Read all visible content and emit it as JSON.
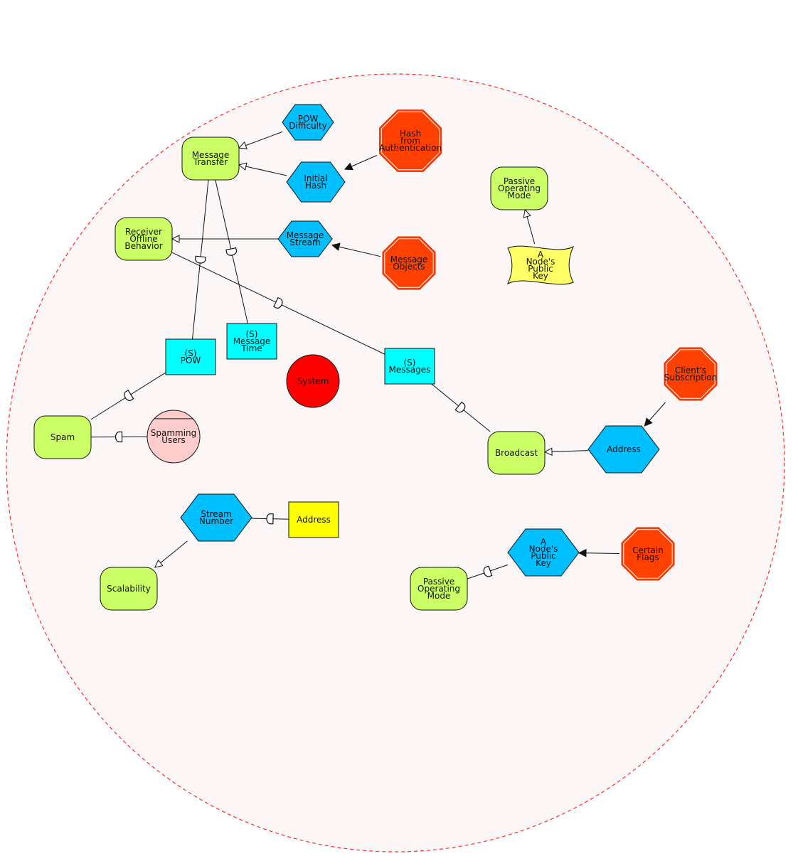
{
  "colors": {
    "boundary_fill": "#fdf6f6",
    "boundary_stroke": "#ff2a2a",
    "goal": "#ccff66",
    "task": "#00bfff",
    "softgoal": "#ff4000",
    "resource": "#00ffff",
    "actor": "#ff0000",
    "user": "#ffcccc",
    "belief": "#ffff66",
    "address_res": "#ffff00"
  },
  "nodes": {
    "message_transfer": {
      "lines": [
        "Message",
        "Transfer"
      ],
      "shape": "goal"
    },
    "pow_difficulty": {
      "lines": [
        "POW",
        "Difficulty"
      ],
      "shape": "task"
    },
    "initial_hash": {
      "lines": [
        "Initial",
        "Hash"
      ],
      "shape": "task"
    },
    "hash_auth": {
      "lines": [
        "Hash",
        "from",
        "Authentication"
      ],
      "shape": "softgoal"
    },
    "receiver_offline": {
      "lines": [
        "Receiver",
        "Offline",
        "Behavior"
      ],
      "shape": "goal"
    },
    "message_stream": {
      "lines": [
        "Message",
        "Stream"
      ],
      "shape": "task"
    },
    "message_objects": {
      "lines": [
        "Message",
        "Objects"
      ],
      "shape": "softgoal"
    },
    "passive_mode_top": {
      "lines": [
        "Passive",
        "Operating",
        "Mode"
      ],
      "shape": "goal"
    },
    "node_key_belief": {
      "lines": [
        "A",
        "Node's",
        "Public",
        "Key"
      ],
      "shape": "belief"
    },
    "pow": {
      "lines": [
        "(S)",
        "POW"
      ],
      "shape": "resource"
    },
    "message_time": {
      "lines": [
        "(S)",
        "Message",
        "Time"
      ],
      "shape": "resource"
    },
    "system": {
      "lines": [
        "System"
      ],
      "shape": "actor"
    },
    "messages": {
      "lines": [
        "(S)",
        "Messages"
      ],
      "shape": "resource"
    },
    "clients_subscription": {
      "lines": [
        "Client's",
        "Subscription"
      ],
      "shape": "softgoal"
    },
    "spam": {
      "lines": [
        "Spam"
      ],
      "shape": "goal"
    },
    "spamming_users": {
      "lines": [
        "Spamming",
        "Users"
      ],
      "shape": "user"
    },
    "broadcast": {
      "lines": [
        "Broadcast"
      ],
      "shape": "goal"
    },
    "address_task": {
      "lines": [
        "Address"
      ],
      "shape": "task"
    },
    "stream_number": {
      "lines": [
        "Stream",
        "Number"
      ],
      "shape": "task"
    },
    "address_resource": {
      "lines": [
        "Address"
      ],
      "shape": "address_res"
    },
    "scalability": {
      "lines": [
        "Scalability"
      ],
      "shape": "goal"
    },
    "node_key_task": {
      "lines": [
        "A",
        "Node's",
        "Public",
        "Key"
      ],
      "shape": "task"
    },
    "certain_flags": {
      "lines": [
        "Certain",
        "Flags"
      ],
      "shape": "softgoal"
    },
    "passive_mode_bottom": {
      "lines": [
        "Passive",
        "Operating",
        "Mode"
      ],
      "shape": "goal"
    }
  },
  "links": [
    {
      "from": "pow_difficulty",
      "to": "message_transfer",
      "type": "means-end"
    },
    {
      "from": "initial_hash",
      "to": "message_transfer",
      "type": "means-end"
    },
    {
      "from": "hash_auth",
      "to": "initial_hash",
      "type": "contribution"
    },
    {
      "from": "message_stream",
      "to": "receiver_offline",
      "type": "means-end"
    },
    {
      "from": "message_objects",
      "to": "message_stream",
      "type": "contribution"
    },
    {
      "from": "node_key_belief",
      "to": "passive_mode_top",
      "type": "means-end"
    },
    {
      "from": "message_transfer",
      "to": "pow",
      "type": "dependency"
    },
    {
      "from": "message_transfer",
      "to": "message_time",
      "type": "dependency"
    },
    {
      "from": "receiver_offline",
      "to": "messages",
      "type": "dependency"
    },
    {
      "from": "pow",
      "to": "spam",
      "type": "dependency"
    },
    {
      "from": "spamming_users",
      "to": "spam",
      "type": "dependency"
    },
    {
      "from": "messages",
      "to": "broadcast",
      "type": "dependency"
    },
    {
      "from": "address_task",
      "to": "broadcast",
      "type": "means-end"
    },
    {
      "from": "clients_subscription",
      "to": "address_task",
      "type": "contribution"
    },
    {
      "from": "address_resource",
      "to": "stream_number",
      "type": "dependency"
    },
    {
      "from": "stream_number",
      "to": "scalability",
      "type": "means-end"
    },
    {
      "from": "certain_flags",
      "to": "node_key_task",
      "type": "contribution"
    },
    {
      "from": "node_key_task",
      "to": "passive_mode_bottom",
      "type": "dependency"
    }
  ]
}
